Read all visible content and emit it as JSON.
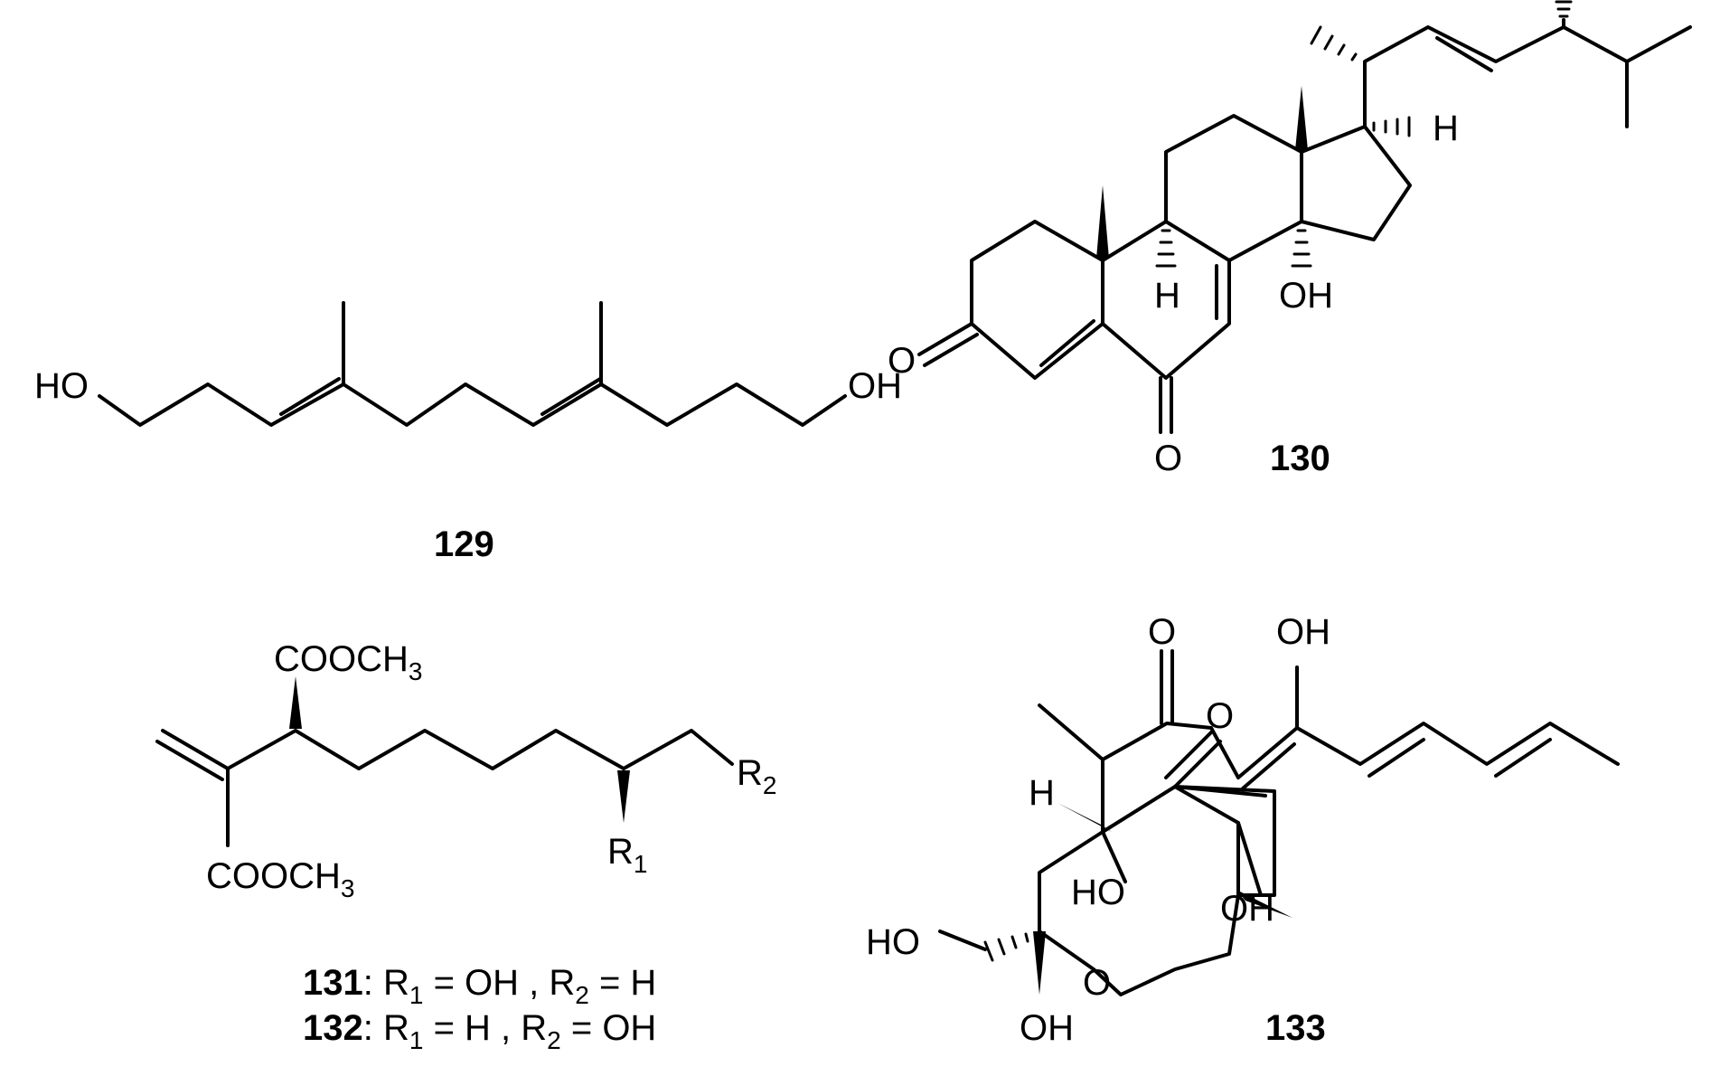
{
  "figure": {
    "compound_129": {
      "label": "129",
      "atoms": {
        "ho_left": "HO",
        "oh_right": "OH"
      }
    },
    "compound_130": {
      "label": "130",
      "atoms": {
        "h_right": "H",
        "h_bottom": "H",
        "oh": "OH",
        "o_left": "O",
        "o_bottom": "O"
      }
    },
    "compound_131_132": {
      "atoms": {
        "ester_top_a": "COOCH",
        "ester_top_b": "3",
        "ester_bot_a": "COOCH",
        "ester_bot_b": "3",
        "r2_a": "R",
        "r2_b": "2",
        "r1_a": "R",
        "r1_b": "1"
      },
      "caption_131": {
        "label": "131",
        "p1": ": R",
        "s1": "1",
        "p2": " = OH , R",
        "s2": "2",
        "p3": " = H"
      },
      "caption_132": {
        "label": "132",
        "p1": ": R",
        "s1": "1",
        "p2": " = H , R",
        "s2": "2",
        "p3": " = OH"
      }
    },
    "compound_133": {
      "label": "133",
      "atoms": {
        "o_top_left": "O",
        "oh_top": "OH",
        "o_mid": "O",
        "h": "H",
        "ho_mid": "HO",
        "oh_mid": "OH",
        "ho_left": "HO",
        "o_ring": "O",
        "oh_bottom": "OH"
      }
    }
  }
}
